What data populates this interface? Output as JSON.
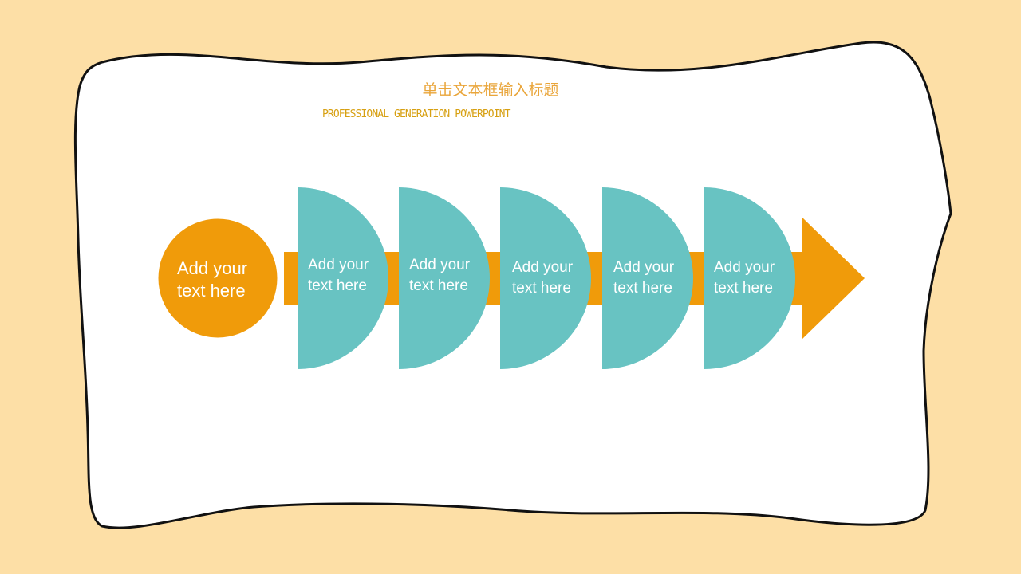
{
  "colors": {
    "background": "#FDDFA6",
    "frame_fill": "#FFFFFF",
    "frame_stroke": "#111111",
    "accent_orange": "#F09B0A",
    "accent_teal": "#68C3C2",
    "title_color": "#E9A53A",
    "subtitle_color": "#D7A012",
    "label_color": "#FFFFFF"
  },
  "header": {
    "title": "单击文本框输入标题",
    "subtitle": "PROFESSIONAL GENERATION POWERPOINT"
  },
  "diagram": {
    "start_circle": {
      "line1": "Add your",
      "line2": "text here"
    },
    "steps": [
      {
        "line1": "Add your",
        "line2": "text here"
      },
      {
        "line1": "Add your",
        "line2": "text here"
      },
      {
        "line1": "Add your",
        "line2": "text here"
      },
      {
        "line1": "Add your",
        "line2": "text here"
      },
      {
        "line1": "Add your",
        "line2": "text here"
      }
    ]
  }
}
